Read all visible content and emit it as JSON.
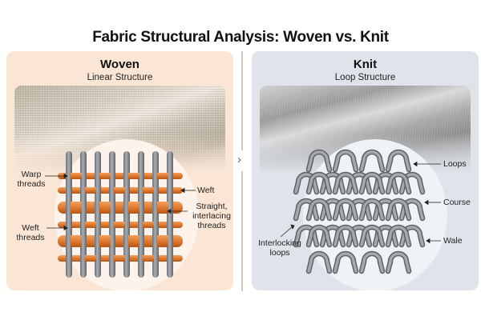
{
  "title": "Fabric Structural Analysis: Woven vs. Knit",
  "woven": {
    "title": "Woven",
    "subtitle": "Linear Structure",
    "background": "#fbe6d6",
    "warp_color": "#8a9096",
    "weft_color": "#e07a2e",
    "labels": {
      "warp": "Warp threads",
      "weft_right": "Weft",
      "straight": "Straight, interlacing threads",
      "weft_left": "Weft threads"
    }
  },
  "knit": {
    "title": "Knit",
    "subtitle": "Loop Structure",
    "background": "#dfe4ea",
    "yarn_color": "#8a8d91",
    "labels": {
      "loops": "Loops",
      "course": "Course",
      "wale": "Wale",
      "interlocking": "Interlocking loops"
    }
  },
  "divider": {
    "icon": "chevron-right-icon",
    "glyph": "›"
  }
}
